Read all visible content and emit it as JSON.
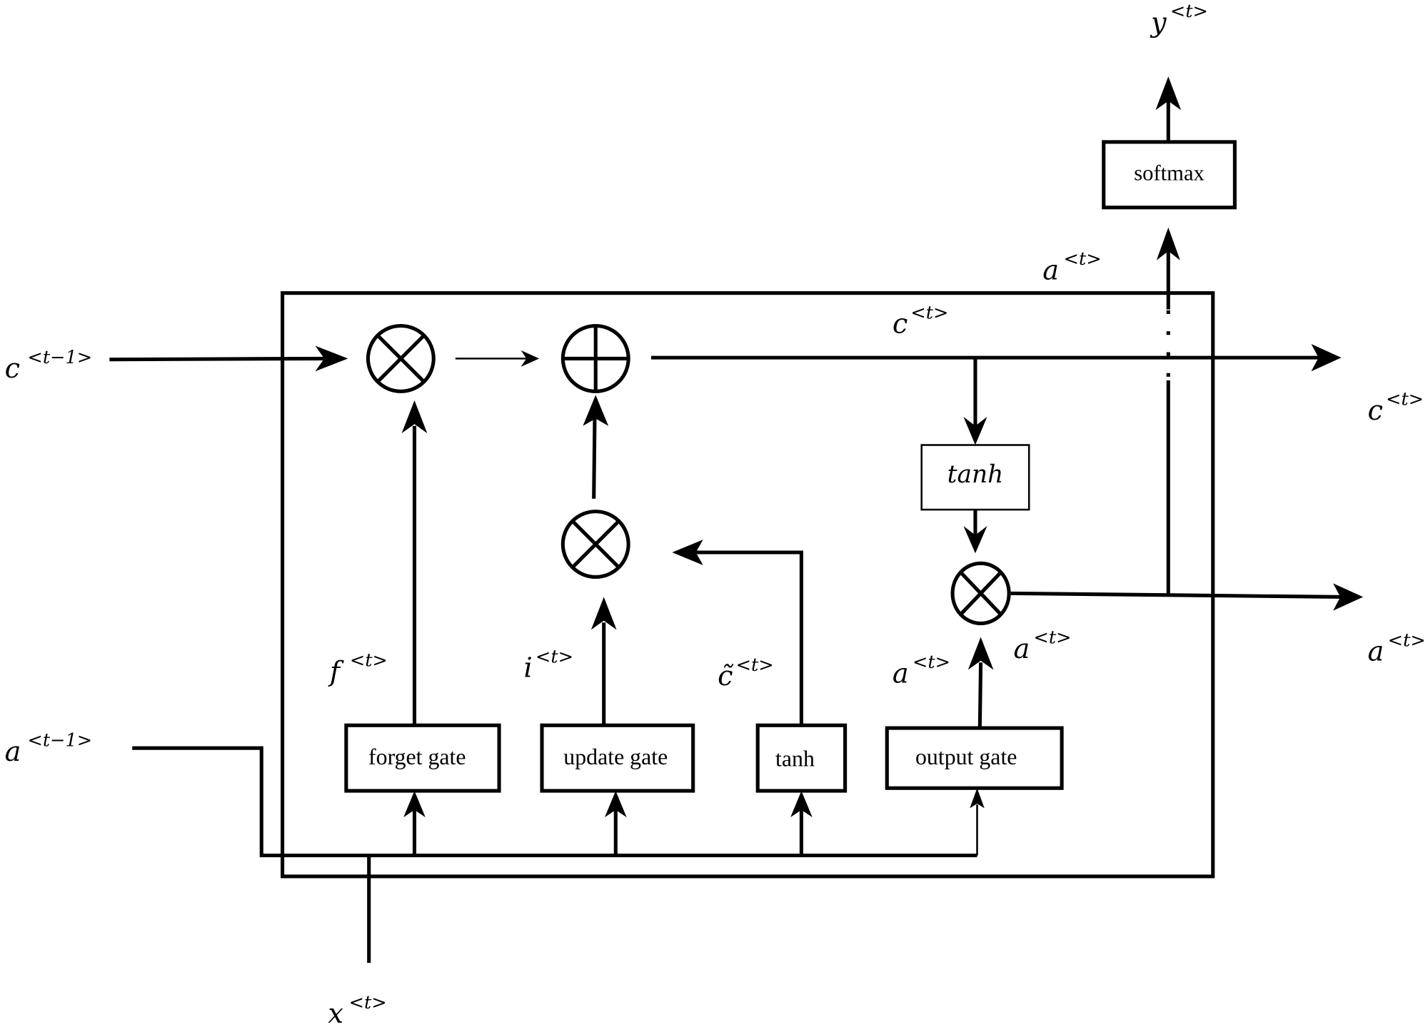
{
  "title": "LSTM cell diagram",
  "boxes": {
    "forget_gate": "forget gate",
    "update_gate": "update gate",
    "tanh_gate": "tanh",
    "output_gate": "output gate",
    "tanh_cell": "tanh",
    "softmax": "softmax"
  },
  "labels": {
    "c_prev": {
      "base": "c",
      "sup": "<t−1>"
    },
    "a_prev": {
      "base": "a",
      "sup": "<t−1>"
    },
    "x_t": {
      "base": "x",
      "sup": "<t>"
    },
    "y_t": {
      "base": "y",
      "sup": "<t>"
    },
    "c_t_inner": {
      "base": "c",
      "sup": "<t>"
    },
    "c_t_out": {
      "base": "c",
      "sup": "<t>"
    },
    "a_t_top": {
      "base": "a",
      "sup": "<t>"
    },
    "a_t_out": {
      "base": "a",
      "sup": "<t>"
    },
    "a_t_mult": {
      "base": "a",
      "sup": "<t>"
    },
    "a_t_outgate": {
      "base": "a",
      "sup": "<t>"
    },
    "f_t": {
      "base": "f",
      "sup": "<t>"
    },
    "i_t": {
      "base": "i",
      "sup": "<t>"
    },
    "c_tilde_t": {
      "base": "c̃",
      "sup": "<t>"
    }
  },
  "operators": {
    "forget_multiply": "multiply",
    "cell_add": "add",
    "update_multiply": "multiply",
    "output_multiply": "multiply"
  }
}
